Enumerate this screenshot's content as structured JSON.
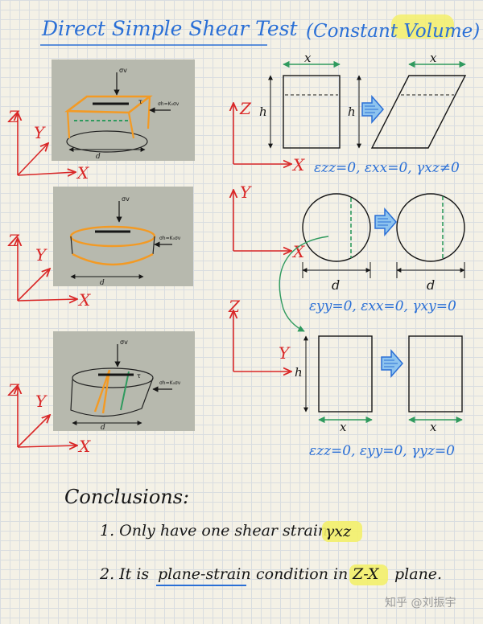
{
  "title": "Direct Simple Shear Test",
  "subtitle": "(Constant Volume)",
  "axes": {
    "x": "X",
    "y": "Y",
    "z": "Z"
  },
  "photo_labels": {
    "sigma_v": "σv",
    "sigma_h": "σh=K₀σv",
    "d": "d",
    "tau": "τ"
  },
  "dim_labels": {
    "x": "x",
    "h": "h",
    "d": "d"
  },
  "eq1": "εzz=0, εxx=0, γxz≠0",
  "eq2": "εyy=0, εxx=0, γxy=0",
  "eq3": "εzz=0, εyy=0, γyz=0",
  "conclusions": {
    "heading": "Conclusions:",
    "item1": "1. Only have one shear strain",
    "item1_hl": "γxz",
    "item2_a": "2. It is",
    "item2_ul": "plane-strain",
    "item2_b": "condition in",
    "item2_hl": "Z-X",
    "item2_c": "plane."
  },
  "watermark": "知乎 @刘振宇",
  "colors": {
    "red": "#d92727",
    "blue": "#2a6fd6",
    "orange": "#f39a24",
    "green": "#2f9a5e",
    "highlight": "#f3f06a"
  }
}
